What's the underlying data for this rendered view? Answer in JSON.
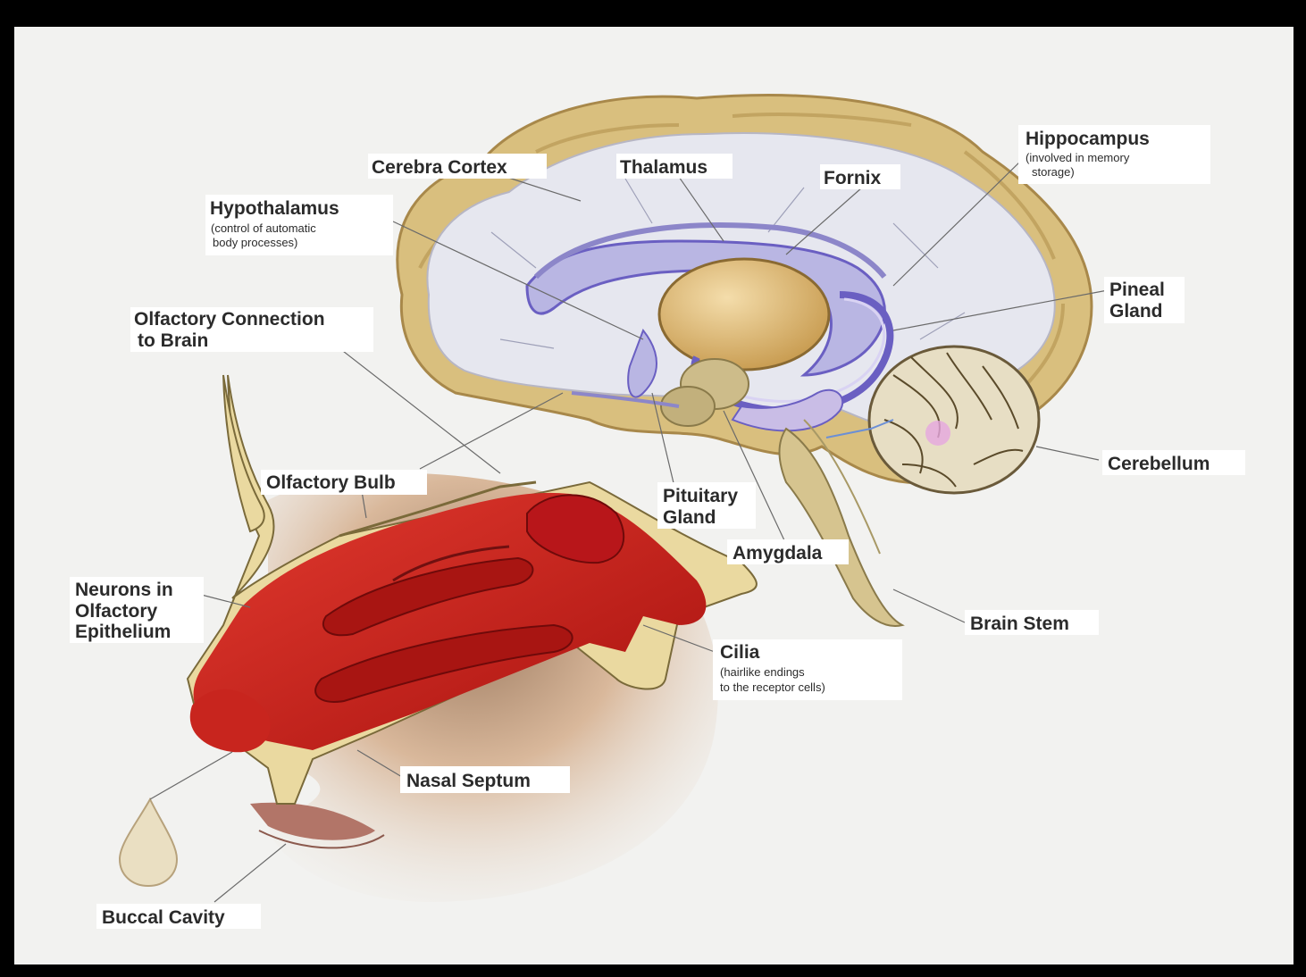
{
  "colors": {
    "frame": "#000000",
    "background": "#f2f2f0",
    "cortex": "#d9bf7e",
    "cortex_dark": "#b89a55",
    "white_matter": "#e6e7ef",
    "ventricle": "#b9b6e3",
    "ventricle_dark": "#6a5fc2",
    "thalamus": "#d8b56a",
    "nasal_cavity": "#c21a1a",
    "nasal_dark": "#8e0f10",
    "bone": "#ead9a0",
    "skin": "#e8cdb2"
  },
  "labels": {
    "cerebral_cortex": {
      "text": "Cerebra Cortex"
    },
    "thalamus": {
      "text": "Thalamus"
    },
    "fornix": {
      "text": "Fornix"
    },
    "hippocampus": {
      "text": "Hippocampus",
      "note_1": "(involved in memory",
      "note_2": "storage)"
    },
    "hypothalamus": {
      "text": "Hypothalamus",
      "note_1": "(control of automatic",
      "note_2": "body processes)"
    },
    "pineal_gland": {
      "line_1": "Pineal",
      "line_2": "Gland"
    },
    "olfactory_connection": {
      "line_1": "Olfactory Connection",
      "line_2": "to Brain"
    },
    "cerebellum": {
      "text": "Cerebellum"
    },
    "olfactory_bulb": {
      "text": "Olfactory Bulb"
    },
    "pituitary_gland": {
      "line_1": "Pituitary",
      "line_2": "Gland"
    },
    "amygdala": {
      "text": "Amygdala"
    },
    "neurons": {
      "line_1": "Neurons in",
      "line_2": "Olfactory",
      "line_3": "Epithelium"
    },
    "brain_stem": {
      "text": "Brain Stem"
    },
    "cilia": {
      "text": "Cilia",
      "note_1": "(hairlike endings",
      "note_2": "to the receptor cells)"
    },
    "nasal_septum": {
      "text": "Nasal Septum"
    },
    "buccal_cavity": {
      "text": "Buccal Cavity"
    }
  }
}
